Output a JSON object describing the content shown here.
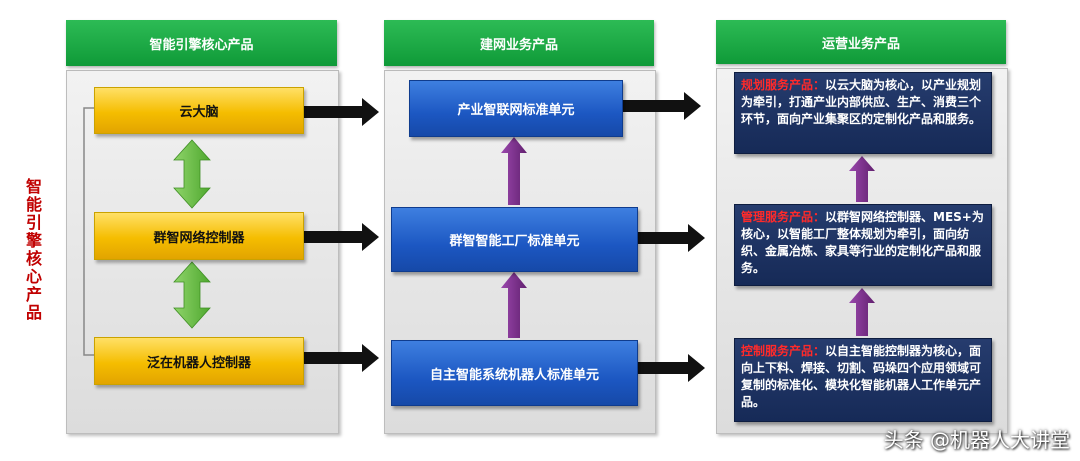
{
  "side_title": "智能引擎核心产品",
  "columns": [
    {
      "header": "智能引擎核心产品"
    },
    {
      "header": "建网业务产品"
    },
    {
      "header": "运营业务产品"
    }
  ],
  "core_products": [
    "云大脑",
    "群智网络控制器",
    "泛在机器人控制器"
  ],
  "network_units": [
    "产业智联网标准单元",
    "群智智能工厂标准单元",
    "自主智能系统机器人标准单元"
  ],
  "operation_products": [
    {
      "title": "规划服务产品：",
      "body": "以云大脑为核心，以产业规划为牵引，打通产业内部供应、生产、消费三个环节，面向产业集聚区的定制化产品和服务。"
    },
    {
      "title": "管理服务产品：",
      "body": "以群智网络控制器、MES+为核心，以智能工厂整体规划为牵引，面向纺织、金属冶炼、家具等行业的定制化产品和服务。"
    },
    {
      "title": "控制服务产品：",
      "body": "以自主智能控制器为核心，面向上下料、焊接、切割、码垛四个应用领域可复制的标准化、模块化智能机器人工作单元产品。"
    }
  ],
  "watermark": "头条 @机器人大讲堂",
  "colors": {
    "header_green": "#16a23c",
    "gold": "#f5bd00",
    "blue": "#1c57c2",
    "navy": "#1b2f5e",
    "highlight_red": "#ff2a2a",
    "title_red": "#c00000",
    "green_arrow": "#6cc24a",
    "purple_arrow": "#7b2d8e"
  }
}
